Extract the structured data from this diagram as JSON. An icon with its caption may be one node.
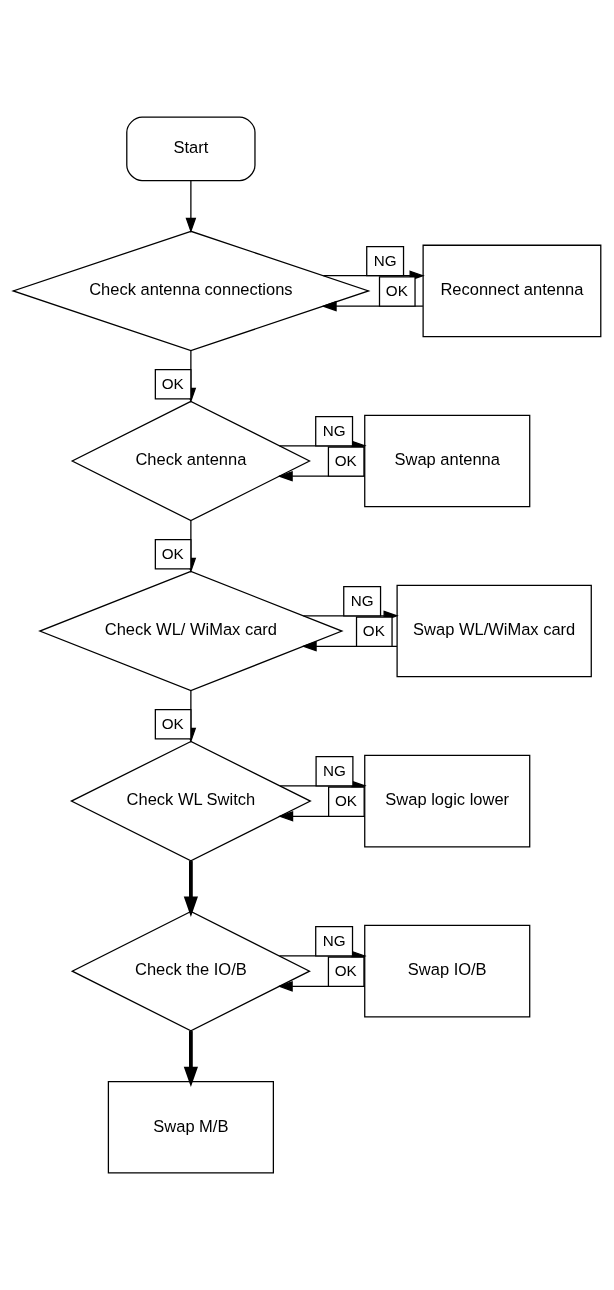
{
  "diagram": {
    "nodes": [
      {
        "text": [
          "Start"
        ]
      },
      {
        "text": [
          "Check antenna connections"
        ]
      },
      {
        "text": [
          "Reconnect antenna"
        ]
      },
      {
        "text": [
          "Check antenna"
        ]
      },
      {
        "text": [
          "Swap antenna"
        ]
      },
      {
        "text": [
          "Check WL/ WiMax card"
        ]
      },
      {
        "text": [
          "Swap WL/WiMax card"
        ]
      },
      {
        "text": [
          "Check WL Switch"
        ]
      },
      {
        "text": [
          "Swap logic lower"
        ]
      },
      {
        "text": [
          "Check the IO/B"
        ]
      },
      {
        "text": [
          "Swap IO/B"
        ]
      },
      {
        "text": [
          "Swap M/B"
        ]
      }
    ],
    "edges": [
      {
        "from": 0,
        "to": 1,
        "arrow": "to"
      },
      {
        "from": 1,
        "to": 2,
        "arrow": "to",
        "label": "NG"
      },
      {
        "from": 2,
        "to": 1,
        "arrow": "to",
        "label": "OK"
      },
      {
        "from": 1,
        "to": 3,
        "arrow": "to",
        "label": "OK"
      },
      {
        "from": 3,
        "to": 4,
        "arrow": "to",
        "label": "NG"
      },
      {
        "from": 4,
        "to": 3,
        "arrow": "to",
        "label": "OK"
      },
      {
        "from": 3,
        "to": 5,
        "arrow": "to",
        "label": "OK"
      },
      {
        "from": 5,
        "to": 6,
        "arrow": "to",
        "label": "NG"
      },
      {
        "from": 6,
        "to": 5,
        "arrow": "to",
        "label": "OK"
      },
      {
        "from": 5,
        "to": 7,
        "arrow": "to",
        "label": "OK"
      },
      {
        "from": 7,
        "to": 8,
        "arrow": "to",
        "label": "NG"
      },
      {
        "from": 8,
        "to": 7,
        "arrow": "to",
        "label": "OK"
      },
      {
        "from": 7,
        "to": 9,
        "arrow": "to",
        "style": "thick"
      },
      {
        "from": 9,
        "to": 10,
        "arrow": "to",
        "label": "NG"
      },
      {
        "from": 10,
        "to": 9,
        "arrow": "to",
        "label": "OK"
      },
      {
        "from": 9,
        "to": 11,
        "arrow": "to",
        "style": "thick"
      }
    ]
  }
}
